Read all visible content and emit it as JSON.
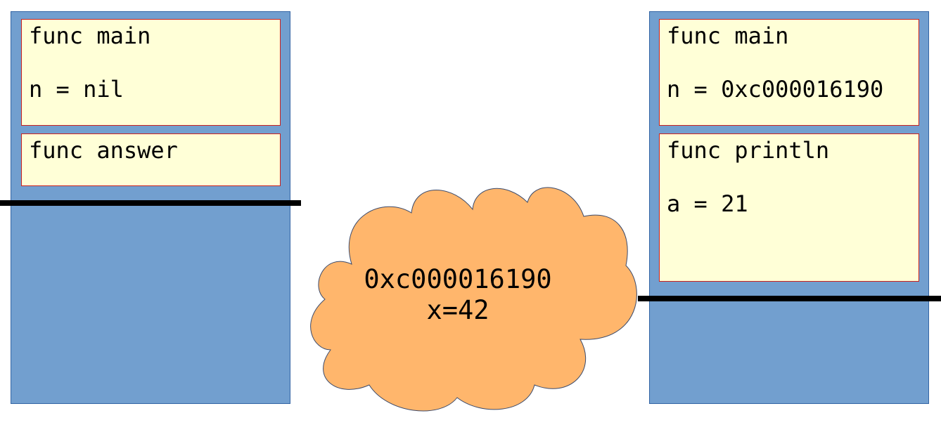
{
  "left_stack": {
    "frames": [
      {
        "title": "func main",
        "vars": [
          "n = nil"
        ]
      },
      {
        "title": "func answer",
        "vars": []
      }
    ]
  },
  "right_stack": {
    "frames": [
      {
        "title": "func main",
        "vars": [
          "n = 0xc000016190"
        ]
      },
      {
        "title": "func println",
        "vars": [
          "a = 21"
        ]
      }
    ]
  },
  "heap": {
    "address": "0xc000016190",
    "value": "x=42"
  },
  "colors": {
    "stack_fill": "#729fcf",
    "frame_fill": "#ffffd7",
    "frame_border": "#c9211e",
    "heap_fill": "#ffb66c",
    "pointer_line": "#000000"
  }
}
